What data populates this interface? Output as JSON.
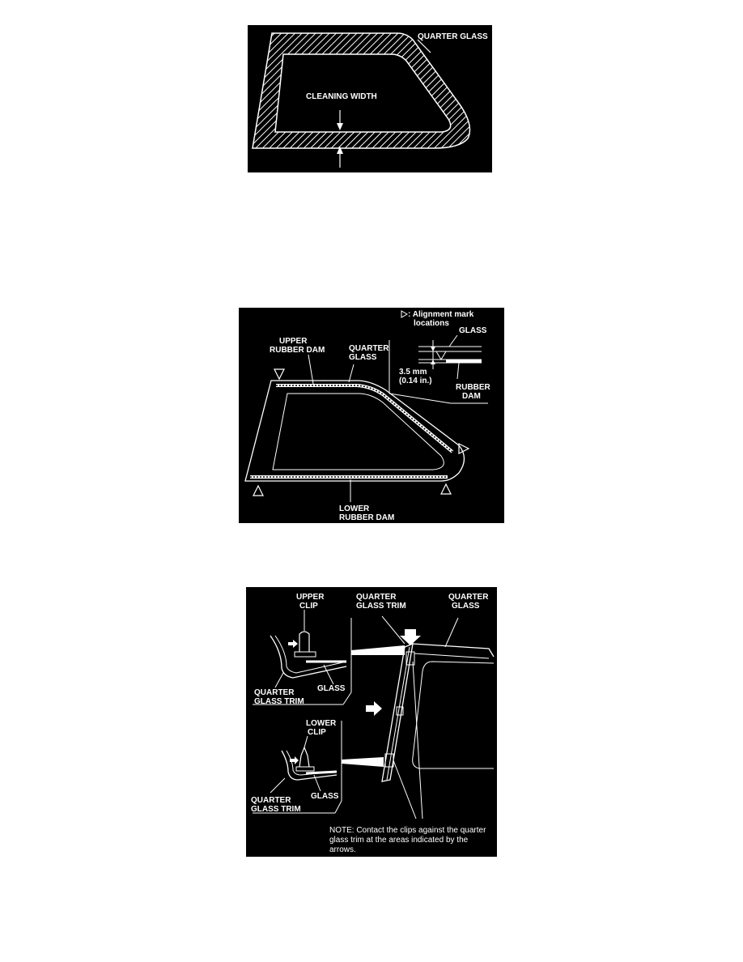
{
  "figure1": {
    "labels": {
      "quarter_glass": "QUARTER GLASS",
      "cleaning_width": "CLEANING WIDTH"
    }
  },
  "figure2": {
    "legend_symbol": "▷",
    "legend_text_1": ": Alignment mark",
    "legend_text_2": "locations",
    "labels": {
      "glass": "GLASS",
      "upper_rubber_dam_1": "UPPER",
      "upper_rubber_dam_2": "RUBBER DAM",
      "quarter_glass_1": "QUARTER",
      "quarter_glass_2": "GLASS",
      "dimension_mm": "3.5 mm",
      "dimension_in": "(0.14 in.)",
      "rubber_dam_1": "RUBBER",
      "rubber_dam_2": "DAM",
      "lower_rubber_dam_1": "LOWER",
      "lower_rubber_dam_2": "RUBBER DAM"
    }
  },
  "figure3": {
    "labels": {
      "upper_clip_1": "UPPER",
      "upper_clip_2": "CLIP",
      "quarter_glass_trim_top_1": "QUARTER",
      "quarter_glass_trim_top_2": "GLASS TRIM",
      "quarter_glass_1": "QUARTER",
      "quarter_glass_2": "GLASS",
      "glass_upper": "GLASS",
      "quarter_glass_trim_left_1": "QUARTER",
      "quarter_glass_trim_left_2": "GLASS TRIM",
      "lower_clip_1": "LOWER",
      "lower_clip_2": "CLIP",
      "glass_lower": "GLASS",
      "quarter_glass_trim_bottom_1": "QUARTER",
      "quarter_glass_trim_bottom_2": "GLASS TRIM"
    },
    "note": "NOTE:  Contact the clips against the quarter glass trim at the areas indicated by the arrows."
  }
}
